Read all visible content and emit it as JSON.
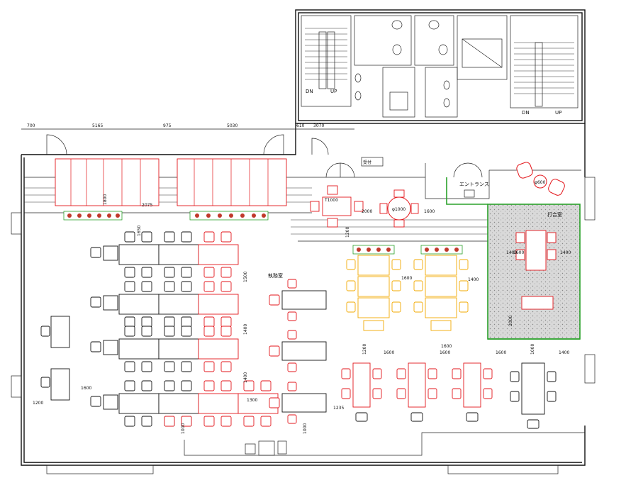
{
  "stairs": [
    {
      "dn": "DN",
      "up": "UP"
    },
    {
      "dn": "DN",
      "up": "UP"
    }
  ],
  "rooms": {
    "office": "執務室",
    "entrance": "エントランス",
    "meeting": "打合室",
    "reception": "受付"
  },
  "top_dims": [
    "700",
    "5165",
    "975",
    "5030",
    "610",
    "3070"
  ],
  "dims": [
    {
      "id": "d2075",
      "t": "2075"
    },
    {
      "id": "d1800a",
      "t": "1800"
    },
    {
      "id": "d1650",
      "t": "1650"
    },
    {
      "id": "d2000",
      "t": "2000"
    },
    {
      "id": "d1600a",
      "t": "1600"
    },
    {
      "id": "d1200a",
      "t": "1200"
    },
    {
      "id": "d1500",
      "t": "1500"
    },
    {
      "id": "d1400a",
      "t": "1400"
    },
    {
      "id": "d1400b",
      "t": "1400"
    },
    {
      "id": "d1400c",
      "t": "1400"
    },
    {
      "id": "d1300",
      "t": "1300"
    },
    {
      "id": "d1600b",
      "t": "1600"
    },
    {
      "id": "d1600c",
      "t": "1600"
    },
    {
      "id": "d1400d",
      "t": "1400"
    },
    {
      "id": "d1200b",
      "t": "1200"
    },
    {
      "id": "d1600d",
      "t": "1600"
    },
    {
      "id": "d1600e",
      "t": "1600"
    },
    {
      "id": "d1600f",
      "t": "1600"
    },
    {
      "id": "d1400e",
      "t": "1400"
    },
    {
      "id": "d1200c",
      "t": "1200"
    },
    {
      "id": "d1600g",
      "t": "1600"
    },
    {
      "id": "d1235",
      "t": "1235"
    },
    {
      "id": "d1000a",
      "t": "1000"
    },
    {
      "id": "d1000b",
      "t": "1000"
    },
    {
      "id": "d1600h",
      "t": "1600"
    },
    {
      "id": "d1400f",
      "t": "1400"
    },
    {
      "id": "d1000c",
      "t": "1000"
    },
    {
      "id": "d2000b",
      "t": "2000"
    }
  ],
  "labels": {
    "round_table": "φ1000",
    "coffee_table": "φ600",
    "t1000": "T1000"
  }
}
